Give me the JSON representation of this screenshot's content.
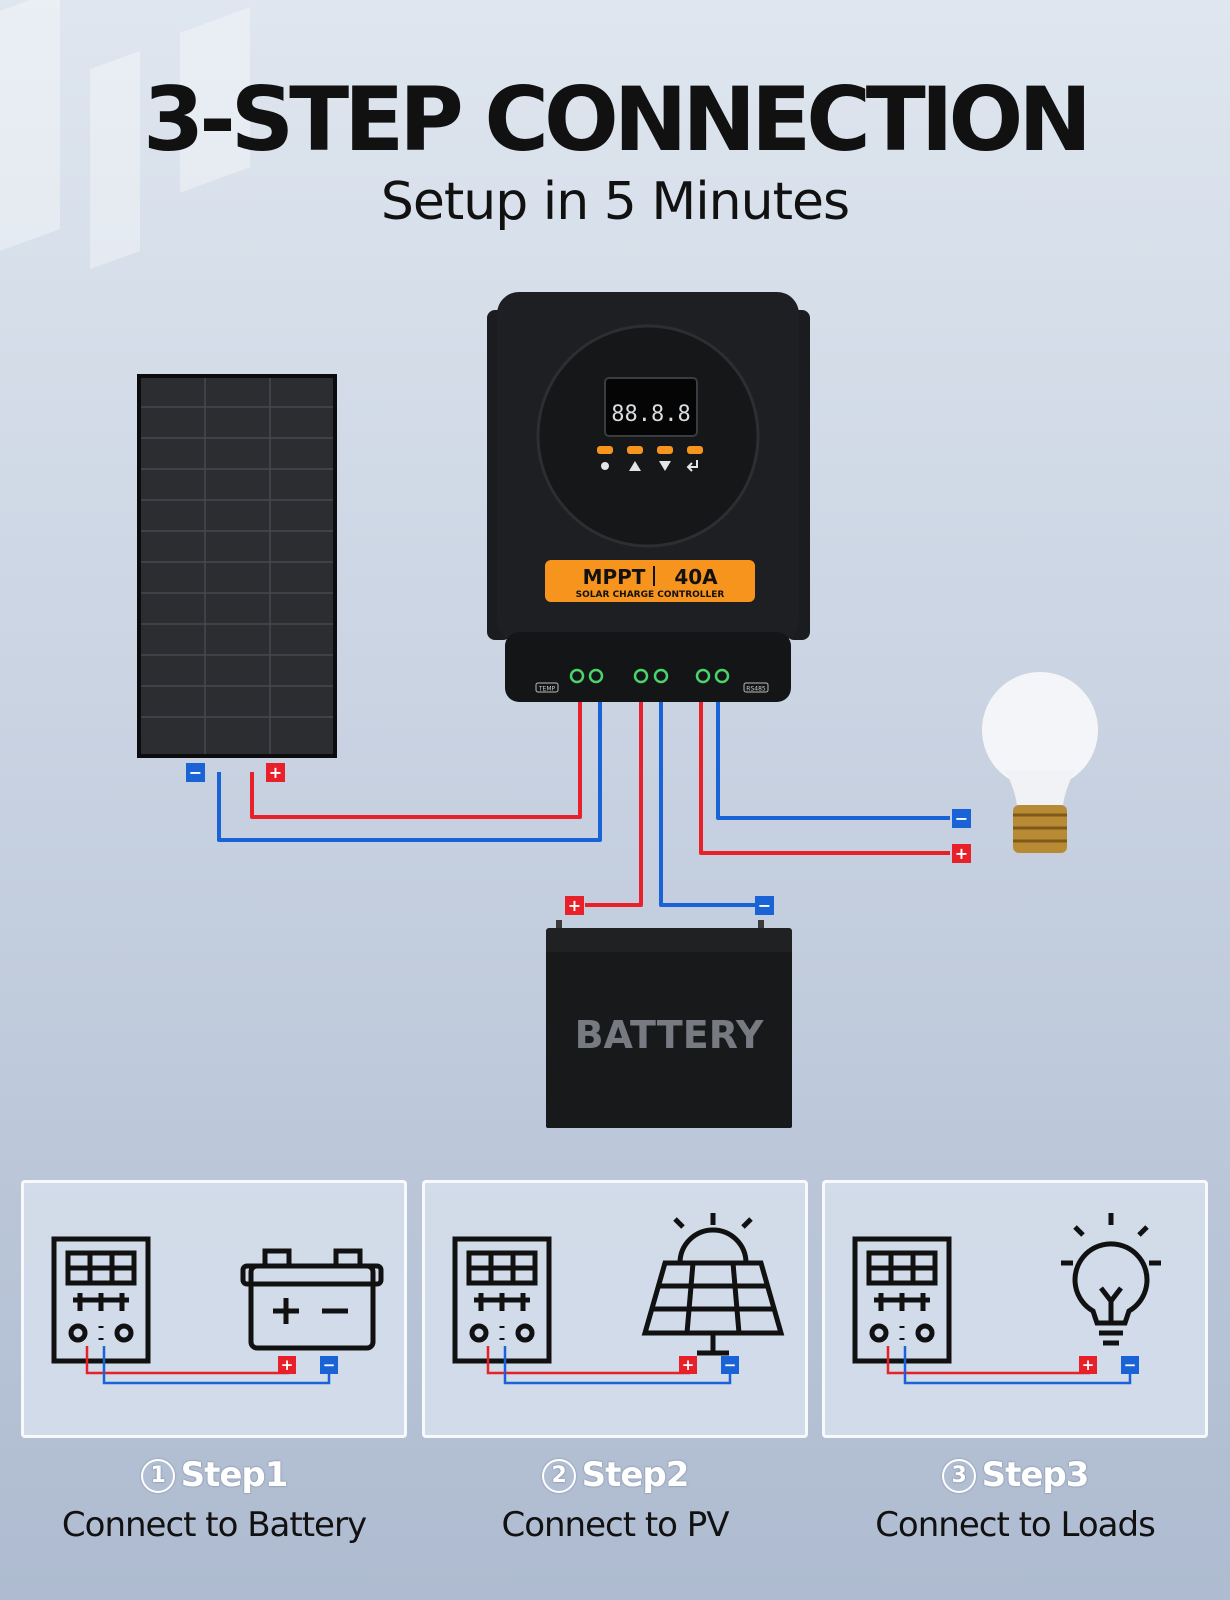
{
  "header": {
    "title": "3-STEP CONNECTION",
    "subtitle": "Setup in 5 Minutes"
  },
  "controller": {
    "badge_main": "MPPT",
    "badge_rating": "40A",
    "badge_sub": "SOLAR CHARGE CONTROLLER",
    "lcd_digits": "88.8.8",
    "port_temp": "TEMP",
    "port_rs485": "RS485"
  },
  "battery": {
    "label": "BATTERY"
  },
  "polarity": {
    "plus": "+",
    "minus": "−"
  },
  "colors": {
    "positive": "#e8202a",
    "negative": "#1a63d6",
    "accent": "#f7941d"
  },
  "steps": [
    {
      "number": "1",
      "title": "Step1",
      "label": "Connect to Battery",
      "icon": "battery-icon"
    },
    {
      "number": "2",
      "title": "Step2",
      "label": "Connect to PV",
      "icon": "solar-panel-icon"
    },
    {
      "number": "3",
      "title": "Step3",
      "label": "Connect to Loads",
      "icon": "light-bulb-icon"
    }
  ]
}
